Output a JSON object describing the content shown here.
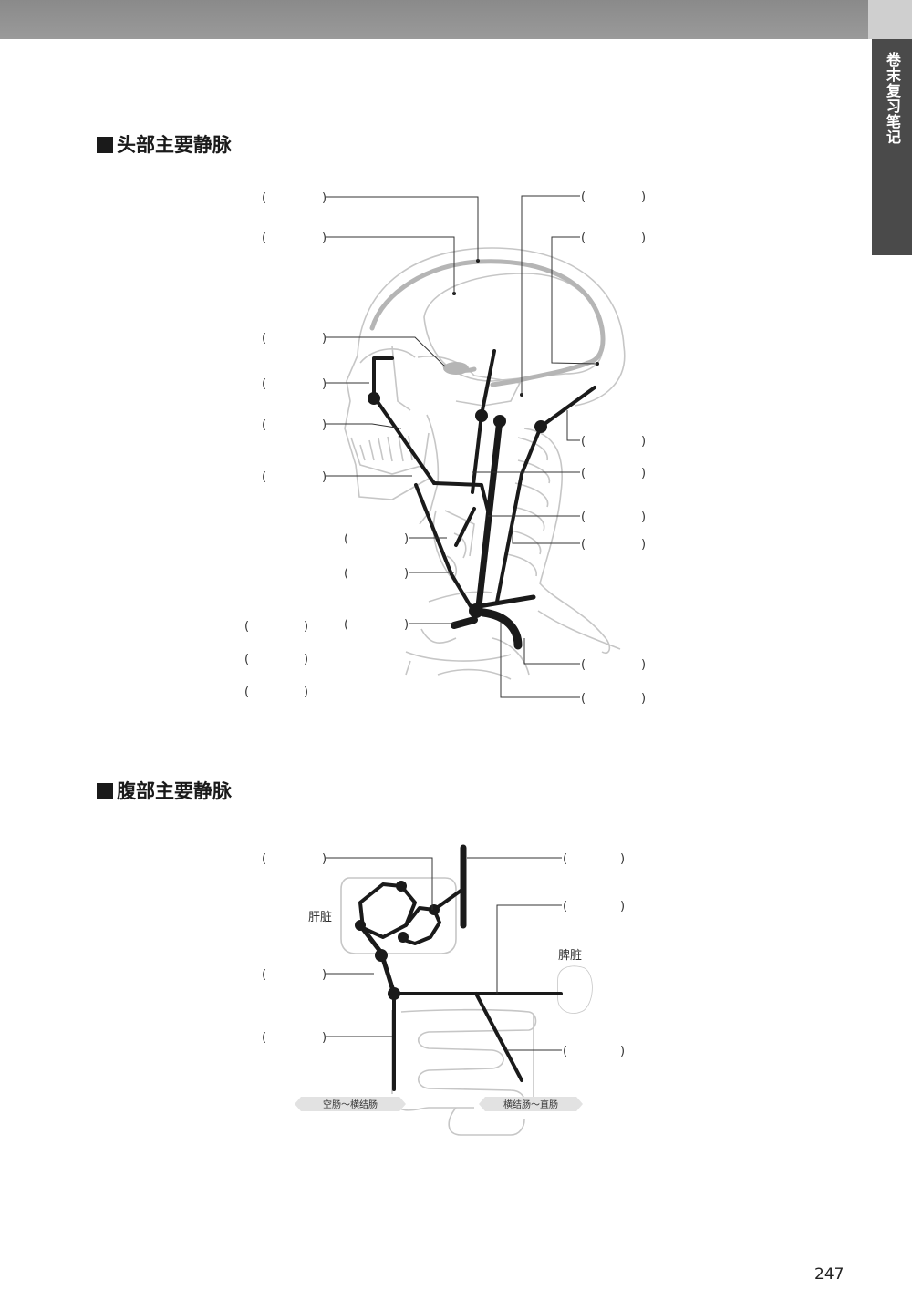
{
  "side_tab": {
    "label": "卷末复习笔记"
  },
  "head_section": {
    "title": "头部主要静脉",
    "blank_paren_open": "(",
    "blank_paren_close": ")"
  },
  "abdomen_section": {
    "title": "腹部主要静脉",
    "organs": {
      "liver": "肝脏",
      "spleen": "脾脏"
    },
    "region_tags": {
      "left": "空肠～横结肠",
      "right": "横结肠～直肠"
    }
  },
  "page_number": "247",
  "colors": {
    "vein": "#1a1a1a",
    "sinus": "#b5b5b5",
    "outline": "#c6c6c6",
    "tag_bg": "#e2e2e2",
    "side_tab": "#4a4a4a"
  }
}
